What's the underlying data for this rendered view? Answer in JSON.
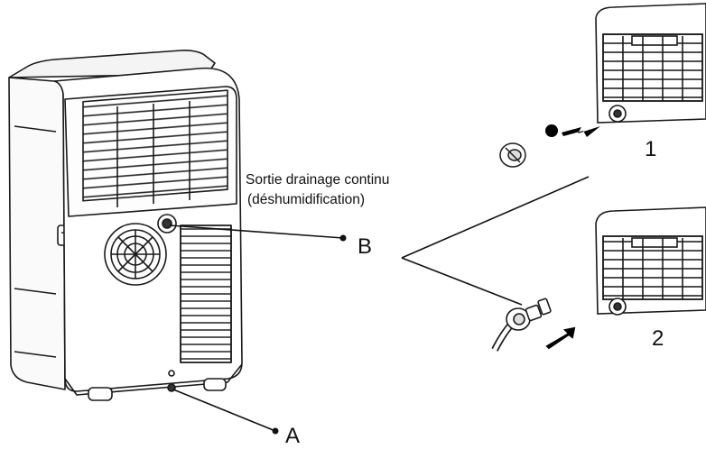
{
  "callout": {
    "line1": "Sortie drainage continu",
    "line2": "(déshumidification)"
  },
  "labels": {
    "a": "A",
    "b": "B",
    "step1": "1",
    "step2": "2"
  },
  "colors": {
    "ink": "#111111",
    "body_fill": "#ffffff",
    "shade": "#e6e6e6"
  }
}
